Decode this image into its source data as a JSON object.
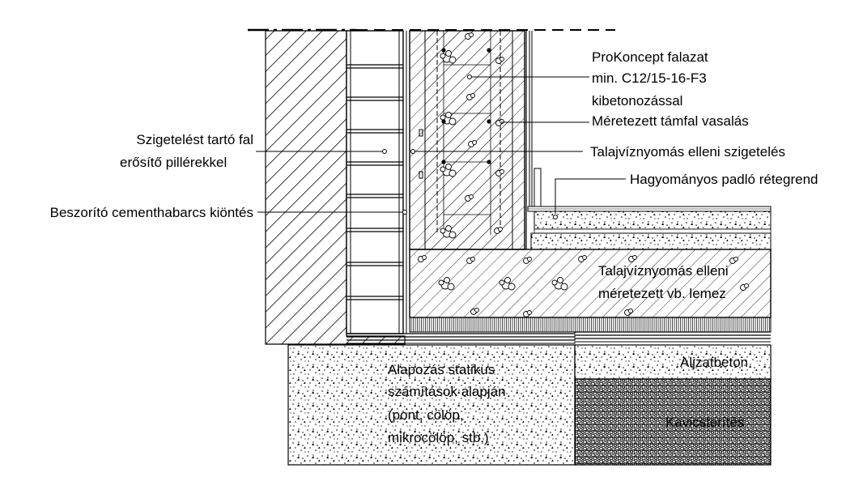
{
  "labels": {
    "wall_line1": "ProKoncept falazat",
    "wall_line2": "min. C12/15-16-F3",
    "wall_line3": "kibetonozással",
    "rebar": "Méretezett támfal vasalás",
    "waterproofing": "Talajvíznyomás elleni szigetelés",
    "floor_layers": "Hagyományos padló rétegrend",
    "support_wall_line1": "Szigetelést tartó fal",
    "support_wall_line2": "erősítő pillérekkel",
    "mortar_fill": "Beszorító cementhabarcs kiöntés",
    "slab_line1": "Talajvíznyomás elleni",
    "slab_line2": "méretezett vb. lemez",
    "foundation_line1": "Alapozás statikus",
    "foundation_line2": "számítások alapján",
    "foundation_line3": "(pont, cölöp,",
    "foundation_line4": "mikrocölöp, stb.)",
    "subbase_concrete": "Aljzatbeton",
    "gravel_fill": "Kavicsterítés"
  },
  "colors": {
    "line": "#000000",
    "background": "#ffffff"
  }
}
